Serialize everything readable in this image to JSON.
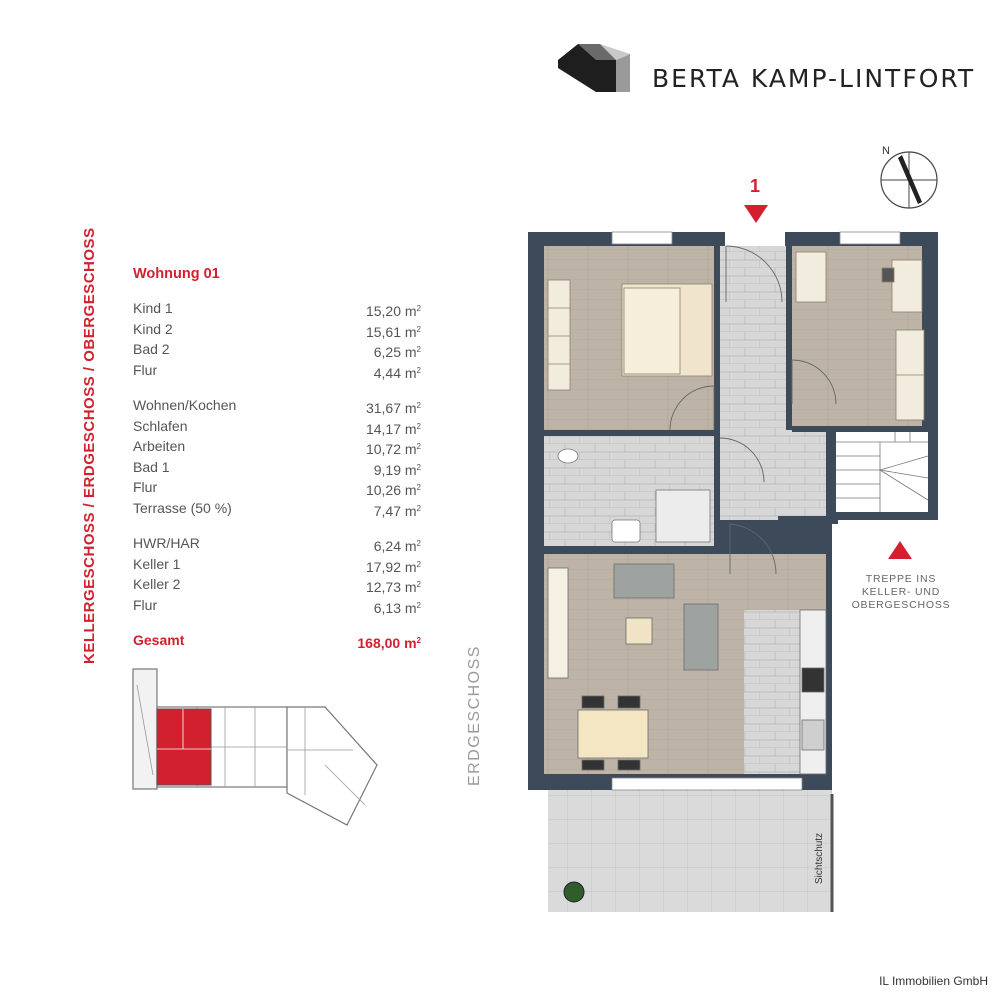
{
  "brand": {
    "name": "BERTA KAMP-LINTFORT"
  },
  "plan": {
    "vertical_title": "KELLERGESCHOSS / ERDGESCHOSS / OBERGESCHOSS",
    "floor_label": "ERDGESCHOSS",
    "entrance_number": "1",
    "stair_note_lines": [
      "TREPPE INS",
      "KELLER- UND",
      "OBERGESCHOSS"
    ],
    "privacy_screen_label": "Sichtschutz",
    "compass_letter": "N"
  },
  "apartment": {
    "title": "Wohnung 01",
    "groups": [
      {
        "rooms": [
          {
            "name": "Kind 1",
            "area": "15,20 m"
          },
          {
            "name": "Kind 2",
            "area": "15,61 m"
          },
          {
            "name": "Bad 2",
            "area": "6,25 m"
          },
          {
            "name": "Flur",
            "area": "4,44 m"
          }
        ]
      },
      {
        "rooms": [
          {
            "name": "Wohnen/Kochen",
            "area": "31,67 m"
          },
          {
            "name": "Schlafen",
            "area": "14,17 m"
          },
          {
            "name": "Arbeiten",
            "area": "10,72 m"
          },
          {
            "name": "Bad 1",
            "area": "9,19 m"
          },
          {
            "name": "Flur",
            "area": "10,26 m"
          },
          {
            "name": "Terrasse (50 %)",
            "area": "7,47 m"
          }
        ]
      },
      {
        "rooms": [
          {
            "name": "HWR/HAR",
            "area": "6,24 m"
          },
          {
            "name": "Keller 1",
            "area": "17,92 m"
          },
          {
            "name": "Keller 2",
            "area": "12,73 m"
          },
          {
            "name": "Flur",
            "area": "6,13 m"
          }
        ]
      }
    ],
    "total_label": "Gesamt",
    "total_area": "168,00 m",
    "unit_exponent": "2"
  },
  "copyright": "IL Immobilien GmbH",
  "colors": {
    "accent": "#d3202e",
    "wall": "#3c4a5a",
    "floor_wood": "#bcb3a6",
    "tile": "#d6d6d6",
    "terrace": "#d9d9d9"
  }
}
